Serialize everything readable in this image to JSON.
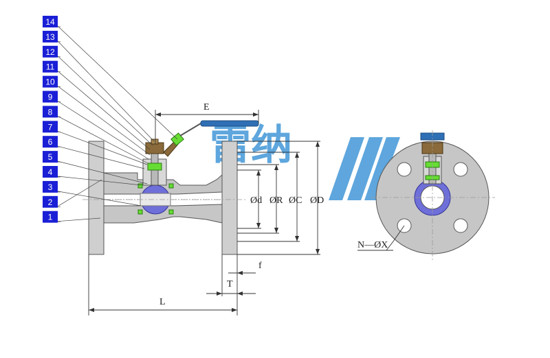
{
  "parts": [
    "1",
    "2",
    "3",
    "4",
    "5",
    "6",
    "7",
    "8",
    "9",
    "10",
    "11",
    "12",
    "13",
    "14"
  ],
  "dimensions": {
    "E": "E",
    "d": "Ød",
    "R": "ØR",
    "C": "ØC",
    "D": "ØD",
    "f": "f",
    "T": "T",
    "L": "L",
    "holes": "N—ØX"
  },
  "watermark": "雷纳",
  "colors": {
    "tag_fill": "#1a1fd6",
    "body_fill": "#c9c9c9",
    "ball_fill": "#6f6fd9",
    "seal_green": "#66dd33",
    "handle_blue": "#2f6fb5",
    "stem_bronze": "#8a6a3a",
    "watermark": "#3b93d6"
  }
}
